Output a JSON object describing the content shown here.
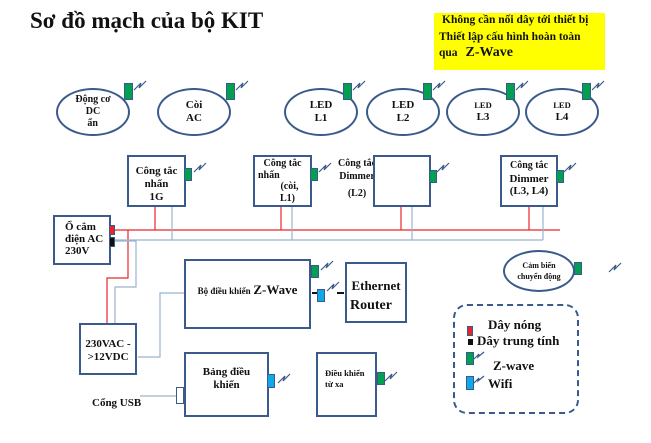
{
  "title": "Sơ đồ mạch của bộ KIT",
  "note": {
    "line1": "Không cần nối dây tới thiết bị",
    "line2": "Thiết lập cấu hình hoàn toàn",
    "line3_prefix": "qua",
    "line3_emph": "Z-Wave",
    "background": "#ffff00"
  },
  "devices": {
    "dc_motor": [
      "Động cơ",
      "DC",
      "ẩn"
    ],
    "ac_siren": [
      "Còi",
      "AC"
    ],
    "led_l1": [
      "LED",
      "L1"
    ],
    "led_l2": [
      "LED",
      "L2"
    ],
    "led_l3": [
      "LED",
      "L3"
    ],
    "led_l4": [
      "LED",
      "L4"
    ],
    "motion_sensor": [
      "Cảm biến",
      "chuyển động"
    ]
  },
  "switches": {
    "push_1g": [
      "Công tắc",
      "nhấn",
      "1G"
    ],
    "push_siren_l1": [
      "Công tắc",
      "nhấn",
      "(còi,",
      "L1)"
    ],
    "dimmer_l2": [
      "Công tắc",
      "Dimmer",
      "(L2)"
    ],
    "dimmer_l3_l4": [
      "Công tắc",
      "Dimmer",
      "(L3, L4)"
    ]
  },
  "outlet": [
    "Ổ cắm",
    "điện AC",
    "230V"
  ],
  "controller": {
    "prefix": "Bộ điều khiển",
    "emph": "Z-Wave"
  },
  "router": [
    "Ethernet",
    "Router"
  ],
  "converter": [
    "230VAC -",
    ">12VDC"
  ],
  "control_panel": [
    "Bảng điều",
    "khiển"
  ],
  "remote": [
    "Điều khiển",
    "từ xa"
  ],
  "usb_port": "Cổng USB",
  "legend": {
    "hot_wire": "Dây nóng",
    "neutral_wire": "Dây trung tính",
    "zwave": "Z-wave",
    "wifi": "Wifi"
  },
  "colors": {
    "hot_wire": "#e8262a",
    "neutral_wire": "#9bb3cf",
    "zwave": "#00a050",
    "wifi": "#10a8e8",
    "outline": "#3a5a8c",
    "note_bg": "#ffff00"
  }
}
